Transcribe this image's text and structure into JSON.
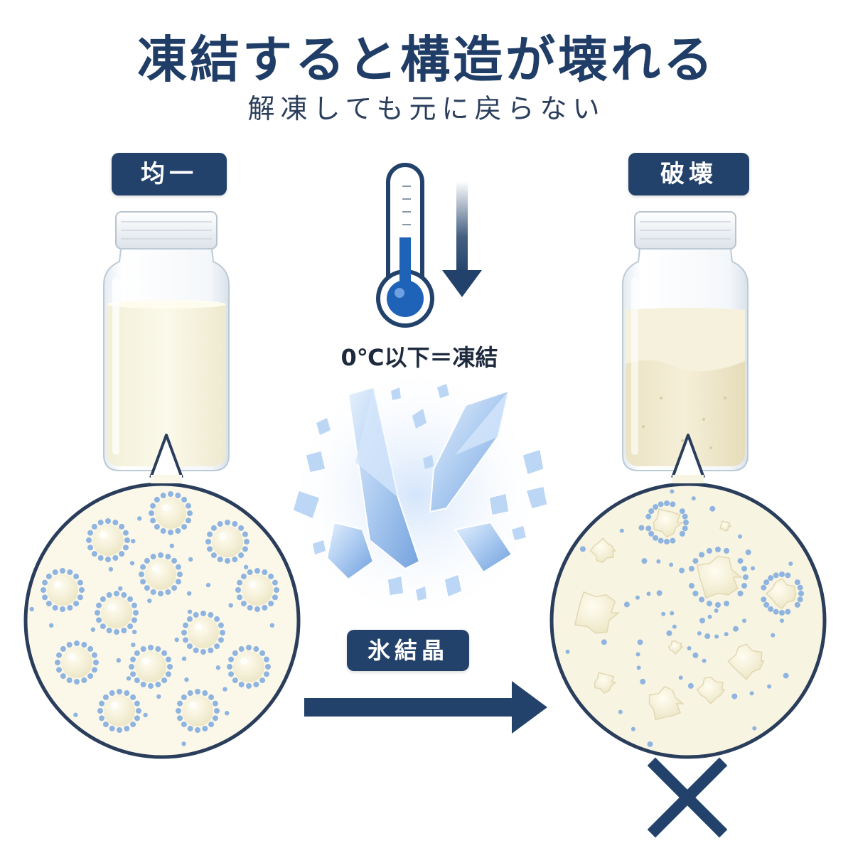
{
  "title": "凍結すると構造が壊れる",
  "subtitle": "解凍しても元に戻らない",
  "labels": {
    "before": "均一",
    "after": "破壊",
    "ice": "氷結晶",
    "freeze_condition": "0℃以下＝凍結"
  },
  "icons": [
    "thermometer-icon",
    "down-arrow-icon",
    "right-arrow-icon",
    "cross-icon",
    "ice-crystal-icon",
    "bottle-icon"
  ],
  "colors": {
    "navy": "#23426b",
    "milk": "#f7f4e2",
    "milk_separated": "#eee6c9",
    "droplet_shell": "#8fb4e0",
    "ice": "#a9c9f0",
    "mercury": "#1f63b8"
  }
}
